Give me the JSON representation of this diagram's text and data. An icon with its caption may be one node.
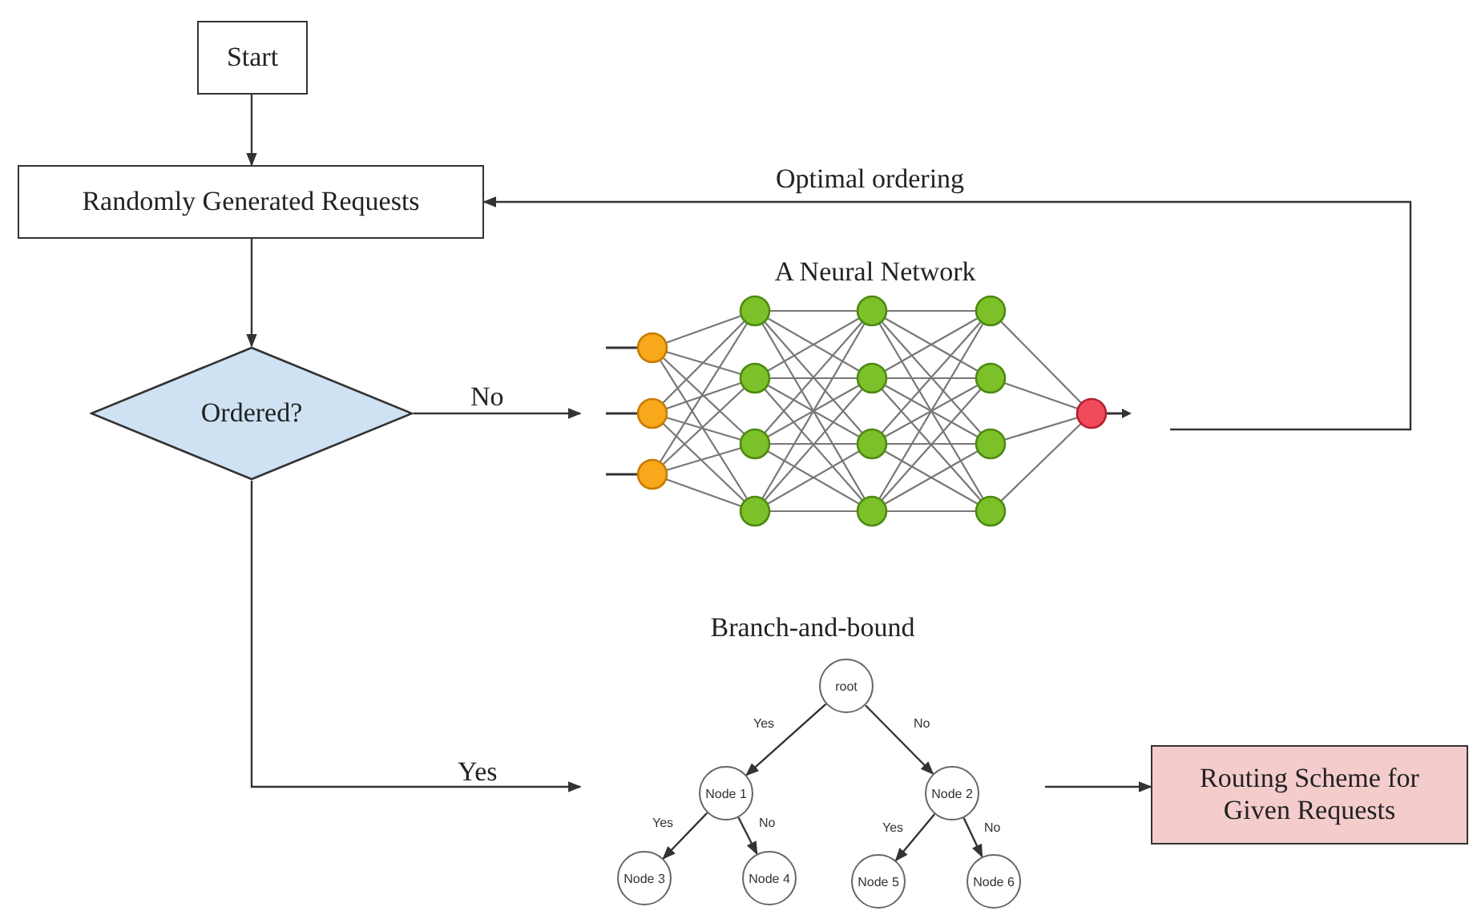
{
  "diagram": {
    "nodes": [
      {
        "text": [
          "Start"
        ]
      },
      {
        "text": [
          "Randomly Generated Requests"
        ]
      },
      {
        "text": [
          "Ordered?"
        ]
      },
      {
        "text": [
          "A Neural Network"
        ]
      },
      {
        "text": [
          "Branch-and-bound"
        ]
      },
      {
        "text": [
          "root"
        ],
        "in": 4
      },
      {
        "text": [
          "Node 1"
        ],
        "in": 4
      },
      {
        "text": [
          "Node 2"
        ],
        "in": 4
      },
      {
        "text": [
          "Node 3"
        ],
        "in": 4
      },
      {
        "text": [
          "Node 4"
        ],
        "in": 4
      },
      {
        "text": [
          "Node 5"
        ],
        "in": 4
      },
      {
        "text": [
          "Node 6"
        ],
        "in": 4
      },
      {
        "text": [
          "Routing Scheme for Given Requests"
        ]
      }
    ],
    "edges": [
      {
        "from": 0,
        "to": 1,
        "arrow": "to"
      },
      {
        "from": 1,
        "to": 2,
        "arrow": "to"
      },
      {
        "from": 2,
        "to": 3,
        "arrow": "to",
        "label": "No"
      },
      {
        "from": 3,
        "to": 1,
        "arrow": "to",
        "label": "Optimal ordering"
      },
      {
        "from": 2,
        "to": 4,
        "arrow": "to",
        "label": "Yes"
      },
      {
        "from": 4,
        "to": 12,
        "arrow": "to"
      },
      {
        "from": 5,
        "to": 6,
        "arrow": "to",
        "label": "Yes"
      },
      {
        "from": 5,
        "to": 7,
        "arrow": "to",
        "label": "No"
      },
      {
        "from": 6,
        "to": 8,
        "arrow": "to",
        "label": "Yes"
      },
      {
        "from": 6,
        "to": 9,
        "arrow": "to",
        "label": "No"
      },
      {
        "from": 7,
        "to": 10,
        "arrow": "to",
        "label": "Yes"
      },
      {
        "from": 7,
        "to": 11,
        "arrow": "to",
        "label": "No"
      }
    ]
  }
}
